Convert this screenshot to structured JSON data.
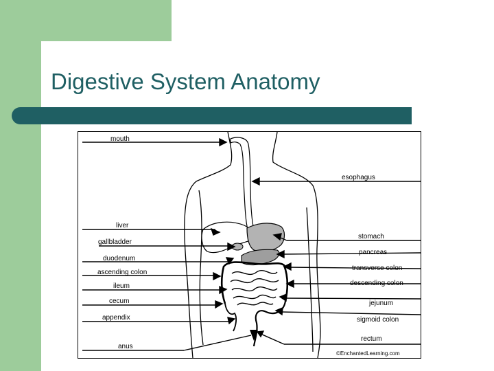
{
  "slide": {
    "title": "Digestive System Anatomy"
  },
  "diagram": {
    "left_labels": {
      "mouth": "mouth",
      "liver": "liver",
      "gallbladder": "gallbladder",
      "duodenum": "duodenum",
      "ascending_colon": "ascending colon",
      "ileum": "ileum",
      "cecum": "cecum",
      "appendix": "appendix",
      "anus": "anus"
    },
    "right_labels": {
      "esophagus": "esophagus",
      "stomach": "stomach",
      "pancreas": "pancreas",
      "transverse_colon": "transverse colon",
      "descending_colon": "descending colon",
      "jejunum": "jejunum",
      "sigmoid_colon": "sigmoid colon",
      "rectum": "rectum"
    },
    "credit": "©EnchantedLearning.com"
  },
  "colors": {
    "green": "#9dcc9b",
    "teal": "#1f5f63",
    "organ_fill": "#b3b3b3"
  }
}
